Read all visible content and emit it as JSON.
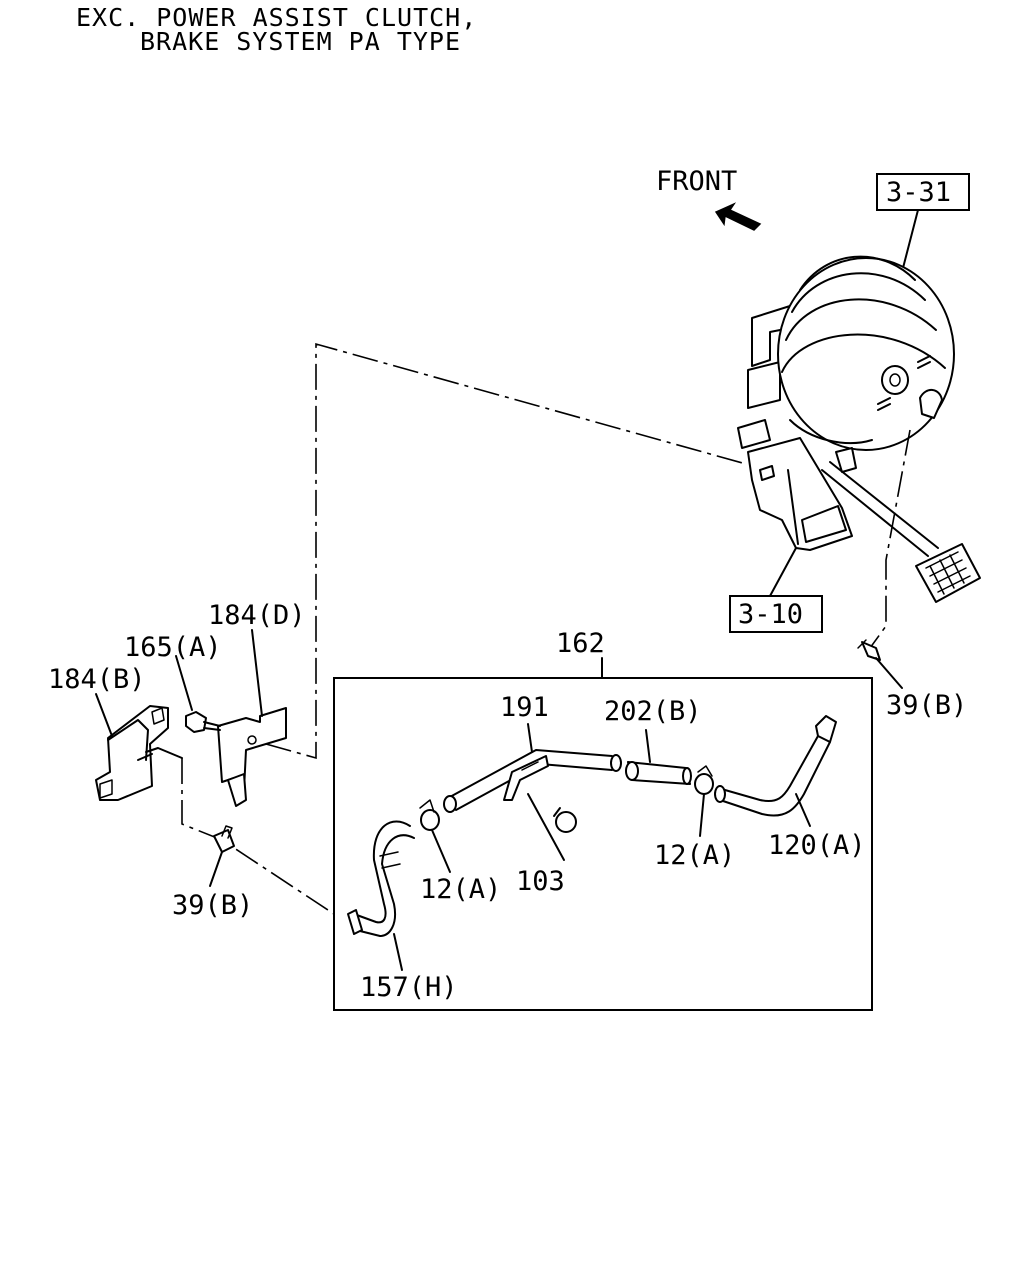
{
  "header": {
    "line1": "EXC. POWER ASSIST CLUTCH,",
    "line2": "BRAKE SYSTEM PA TYPE"
  },
  "direction": {
    "label": "FRONT",
    "icon": "arrow-front-icon"
  },
  "refs": {
    "booster": "3-31",
    "pedal": "3-10"
  },
  "group": {
    "label": "162"
  },
  "labels": {
    "p184d": "184(D)",
    "p165a": "165(A)",
    "p184b": "184(B)",
    "p39b_left": "39(B)",
    "p39b_right": "39(B)",
    "p191": "191",
    "p202b": "202(B)",
    "p12a_left": "12(A)",
    "p12a_right": "12(A)",
    "p103": "103",
    "p120a": "120(A)",
    "p157h": "157(H)"
  }
}
